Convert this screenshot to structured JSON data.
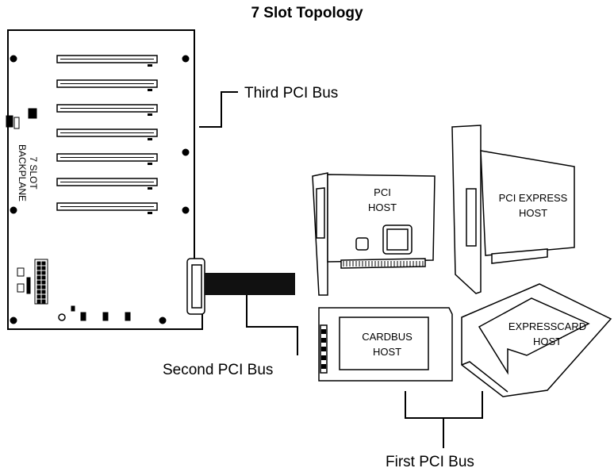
{
  "title": "7 Slot Topology",
  "backplane": {
    "label_line1": "7 SLOT",
    "label_line2": "BACKPLANE",
    "slot_count": 7
  },
  "buses": {
    "third": "Third PCI Bus",
    "second": "Second PCI Bus",
    "first": "First PCI Bus"
  },
  "hosts": {
    "pci": {
      "line1": "PCI",
      "line2": "HOST"
    },
    "pci_express": {
      "line1": "PCI EXPRESS",
      "line2": "HOST"
    },
    "cardbus": {
      "line1": "CARDBUS",
      "line2": "HOST"
    },
    "expresscard": {
      "line1": "EXPRESSCARD",
      "line2": "HOST"
    }
  }
}
